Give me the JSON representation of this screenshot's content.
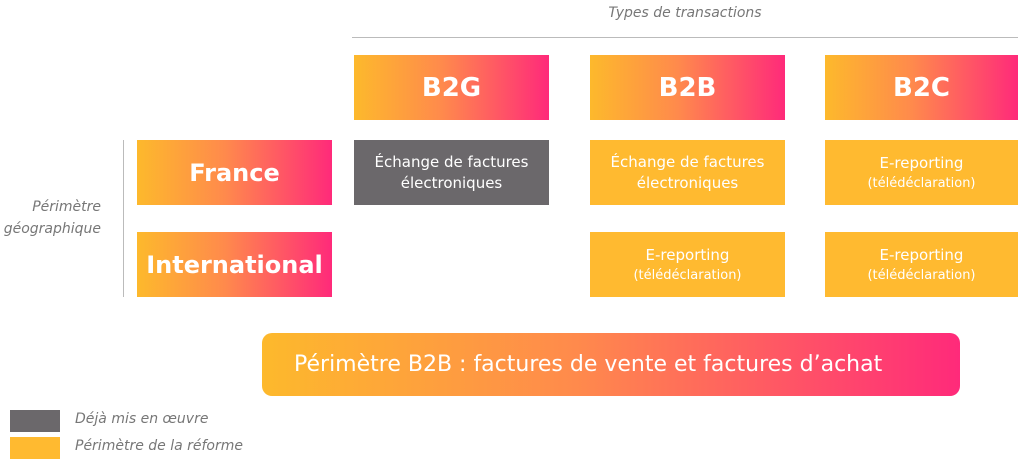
{
  "axis_labels": {
    "columns": "Types de transactions",
    "rows_line1": "Périmètre",
    "rows_line2": "géographique"
  },
  "columns": [
    "B2G",
    "B2B",
    "B2C"
  ],
  "rows": [
    "France",
    "International"
  ],
  "cells": {
    "france_b2g": {
      "line1": "Échange de factures",
      "line2": "électroniques",
      "status": "Déjà mis en œuvre"
    },
    "france_b2b": {
      "line1": "Échange de factures",
      "line2": "électroniques",
      "status": "Périmètre de la réforme"
    },
    "france_b2c": {
      "line1": "E-reporting",
      "line2": "(télédéclaration)",
      "status": "Périmètre de la réforme"
    },
    "intl_b2b": {
      "line1": "E-reporting",
      "line2": "(télédéclaration)",
      "status": "Périmètre de la réforme"
    },
    "intl_b2c": {
      "line1": "E-reporting",
      "line2": "(télédéclaration)",
      "status": "Périmètre de la réforme"
    }
  },
  "banner": "Périmètre B2B : factures de vente et factures d’achat",
  "legend": [
    {
      "label": "Déjà mis en œuvre",
      "color": "#6B686B"
    },
    {
      "label": "Périmètre de la réforme",
      "color": "#FFBA30"
    }
  ],
  "colors": {
    "gradient_start": "#FDB92C",
    "gradient_end": "#FF2A7A"
  }
}
